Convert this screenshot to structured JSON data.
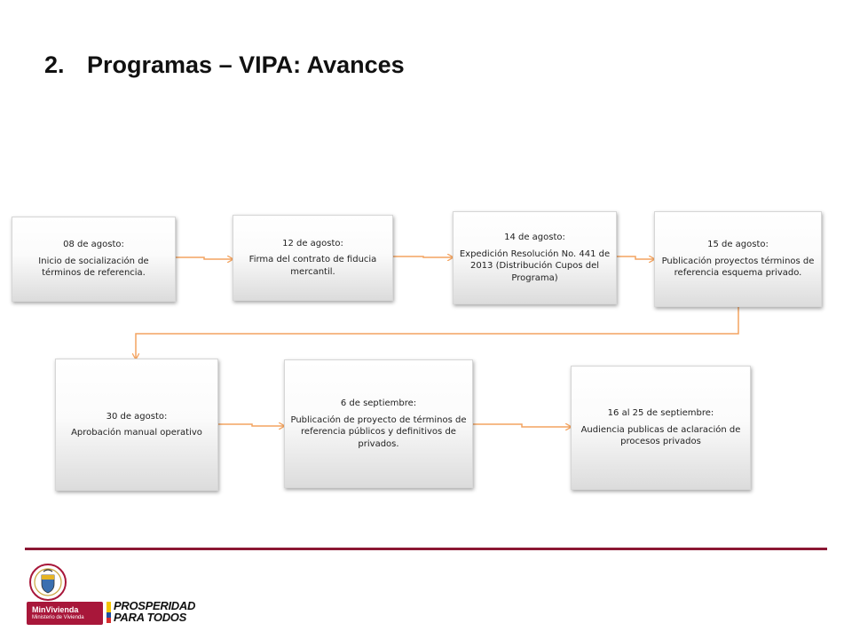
{
  "slide": {
    "title_number": "2.",
    "title": "Programas – VIPA: Avances"
  },
  "steps": [
    {
      "date": "08 de agosto:",
      "desc": "Inicio de socialización de términos de referencia."
    },
    {
      "date": "12 de agosto:",
      "desc": "Firma del contrato de fiducia mercantil."
    },
    {
      "date": "14 de agosto:",
      "desc": "Expedición Resolución No.  441 de 2013 (Distribución Cupos del Programa)"
    },
    {
      "date": "15 de agosto:",
      "desc": "Publicación proyectos  términos de referencia esquema privado."
    },
    {
      "date": "30 de agosto:",
      "desc": "Aprobación manual operativo"
    },
    {
      "date": "6 de septiembre:",
      "desc": "Publicación de proyecto de términos de referencia públicos y definitivos de privados."
    },
    {
      "date": "16 al 25 de septiembre:",
      "desc": "Audiencia publicas de aclaración de procesos privados"
    }
  ],
  "footer": {
    "ministry_name": "MinVivienda",
    "ministry_subtitle": "Ministerio de Vivienda",
    "slogan_line1": "PROSPERIDAD",
    "slogan_line2": "PARA TODOS"
  },
  "colors": {
    "connector": "#f4a460",
    "footer_rule": "#8b1733",
    "ministry_badge": "#a8173a"
  }
}
